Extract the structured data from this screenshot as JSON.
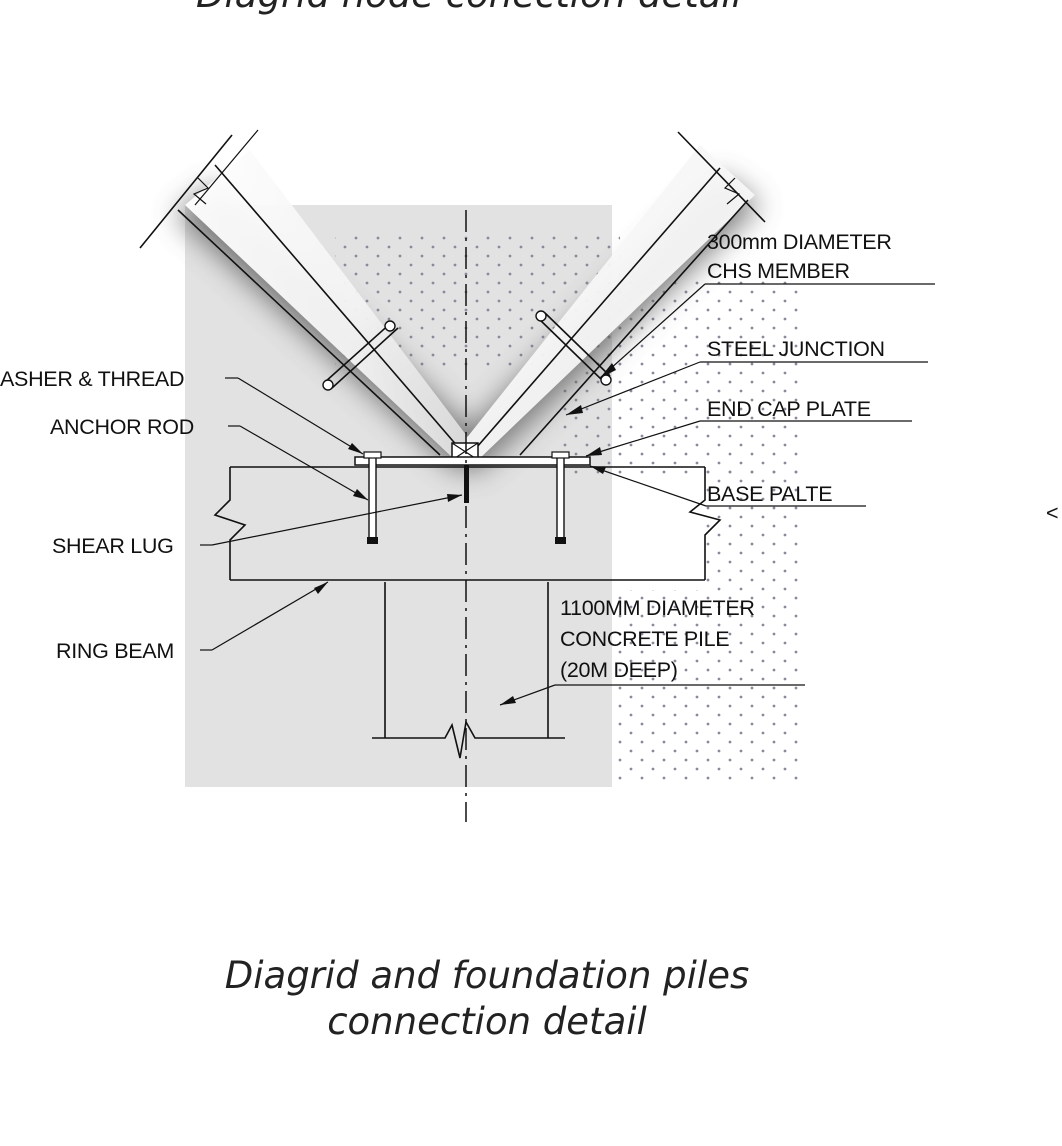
{
  "captions": {
    "top": "Diagrid node conection detail",
    "bottom_line1": "Diagrid and foundation piles",
    "bottom_line2": "connection detail"
  },
  "labels": {
    "chs_line1": "300mm DIAMETER",
    "chs_line2": "CHS MEMBER",
    "steel_junction": "STEEL JUNCTION",
    "end_cap_plate": "END CAP PLATE",
    "base_plate": "BASE PALTE",
    "washer_thread": "ASHER & THREAD",
    "anchor_rod": "ANCHOR ROD",
    "shear_lug": "SHEAR LUG",
    "ring_beam": "RING BEAM",
    "pile_line1": "1100MM DIAMETER",
    "pile_line2": "CONCRETE PILE",
    "pile_line3": "(20M DEEP)",
    "edge_mark": "<"
  },
  "colors": {
    "line": "#111111",
    "shadow_panel": "#e2e2e2",
    "dots": "#8a8a9a",
    "background": "#ffffff"
  }
}
